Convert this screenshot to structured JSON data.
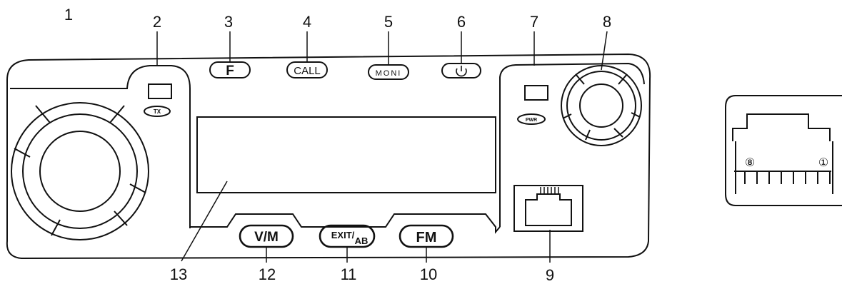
{
  "callouts": [
    "1",
    "2",
    "3",
    "4",
    "5",
    "6",
    "7",
    "8",
    "9",
    "10",
    "11",
    "12",
    "13"
  ],
  "panel": {
    "buttons": {
      "f": "F",
      "call": "CALL",
      "moni": "MONI",
      "vm": "V/M",
      "exit": "EXIT/",
      "exit_sub": "AB",
      "fm": "FM"
    },
    "indicators": {
      "tx": "TX",
      "pwr": "PWR"
    }
  },
  "connector": {
    "pin_left": "⑧",
    "pin_right": "①"
  },
  "colors": {
    "ink": "#111111",
    "paper": "#ffffff"
  }
}
